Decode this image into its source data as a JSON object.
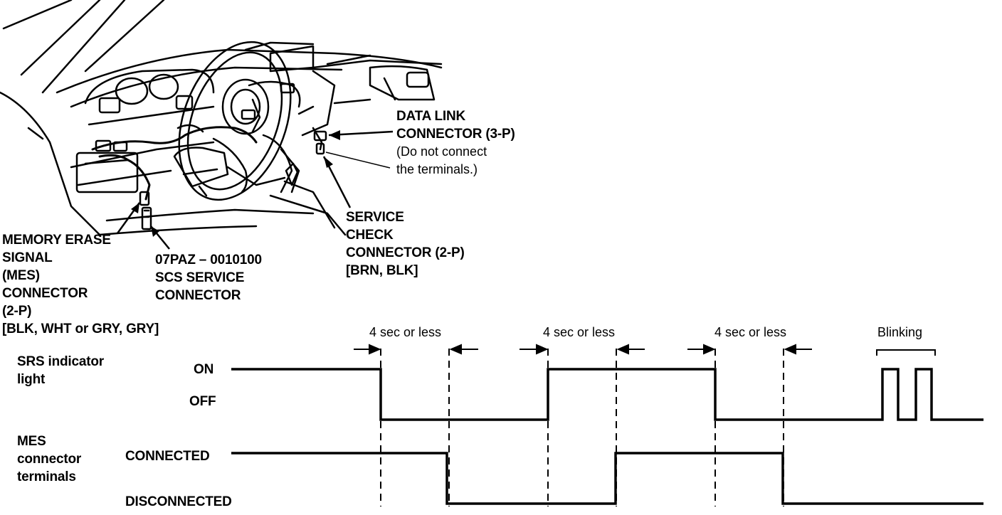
{
  "callouts": {
    "data_link": {
      "title_lines": [
        "DATA LINK",
        "CONNECTOR (3-P)"
      ],
      "note_lines": [
        "(Do not connect",
        "the terminals.)"
      ]
    },
    "service_check": {
      "lines": [
        "SERVICE",
        "CHECK",
        "CONNECTOR (2-P)",
        "[BRN, BLK]"
      ]
    },
    "mes_connector": {
      "lines": [
        "MEMORY ERASE",
        "SIGNAL",
        "(MES)",
        "CONNECTOR",
        "(2-P)",
        "[BLK, WHT or GRY, GRY]"
      ]
    },
    "scs_connector": {
      "lines": [
        "07PAZ – 0010100",
        "SCS SERVICE",
        "CONNECTOR"
      ]
    }
  },
  "timing": {
    "intervals": [
      "4 sec or less",
      "4 sec or less",
      "4 sec or less"
    ],
    "blinking_label": "Blinking",
    "srs": {
      "label_lines": [
        "SRS indicator",
        "light"
      ],
      "state_on": "ON",
      "state_off": "OFF"
    },
    "mes": {
      "label_lines": [
        "MES",
        "connector",
        "terminals"
      ],
      "state_connected": "CONNECTED",
      "state_disconnected": "DISCONNECTED"
    }
  }
}
